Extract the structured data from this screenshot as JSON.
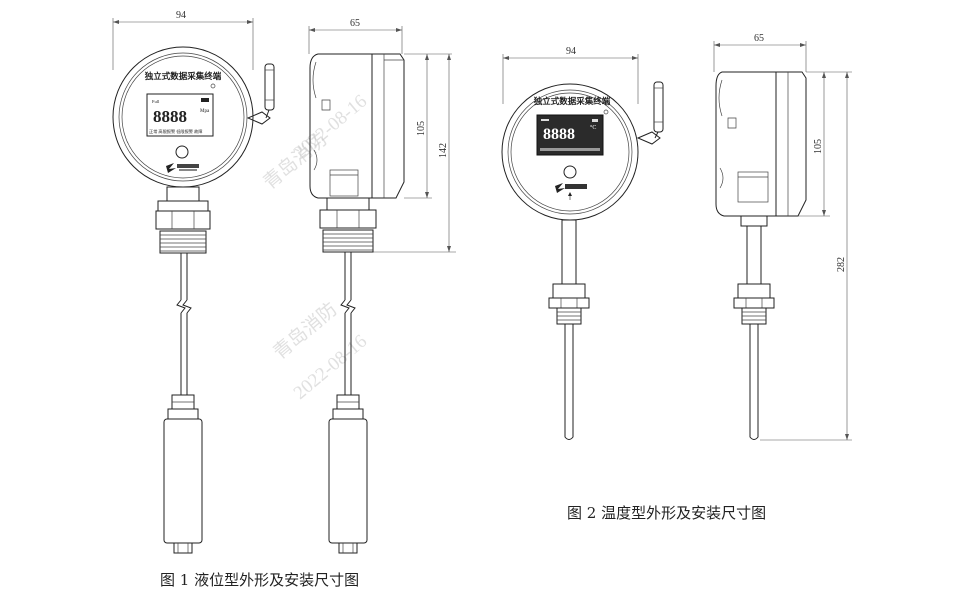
{
  "figure1": {
    "caption": "图 1  液位型外形及安装尺寸图",
    "dim_width_front": "94",
    "dim_depth_side": "65",
    "dim_head_height": "105",
    "dim_total_height": "142",
    "device_title": "独立式数据采集终端",
    "lcd_digits": "8888",
    "lcd_unit": "Mpa",
    "lcd_top_left": "Full",
    "lcd_bottom_text": "正常  高限报警  低限报警  故障"
  },
  "figure2": {
    "caption": "图 2  温度型外形及安装尺寸图",
    "dim_width_front": "94",
    "dim_depth_side": "65",
    "dim_head_height": "105",
    "dim_total_height": "282",
    "device_title": "独立式数据采集终端",
    "lcd_digits": "8888",
    "lcd_unit": "°C"
  },
  "watermark": {
    "company": "青岛消防",
    "date": "2022-08-16"
  },
  "colors": {
    "line": "#222222",
    "watermark": "#c8c8c8",
    "lcd_bg": "#2b2b2b"
  }
}
